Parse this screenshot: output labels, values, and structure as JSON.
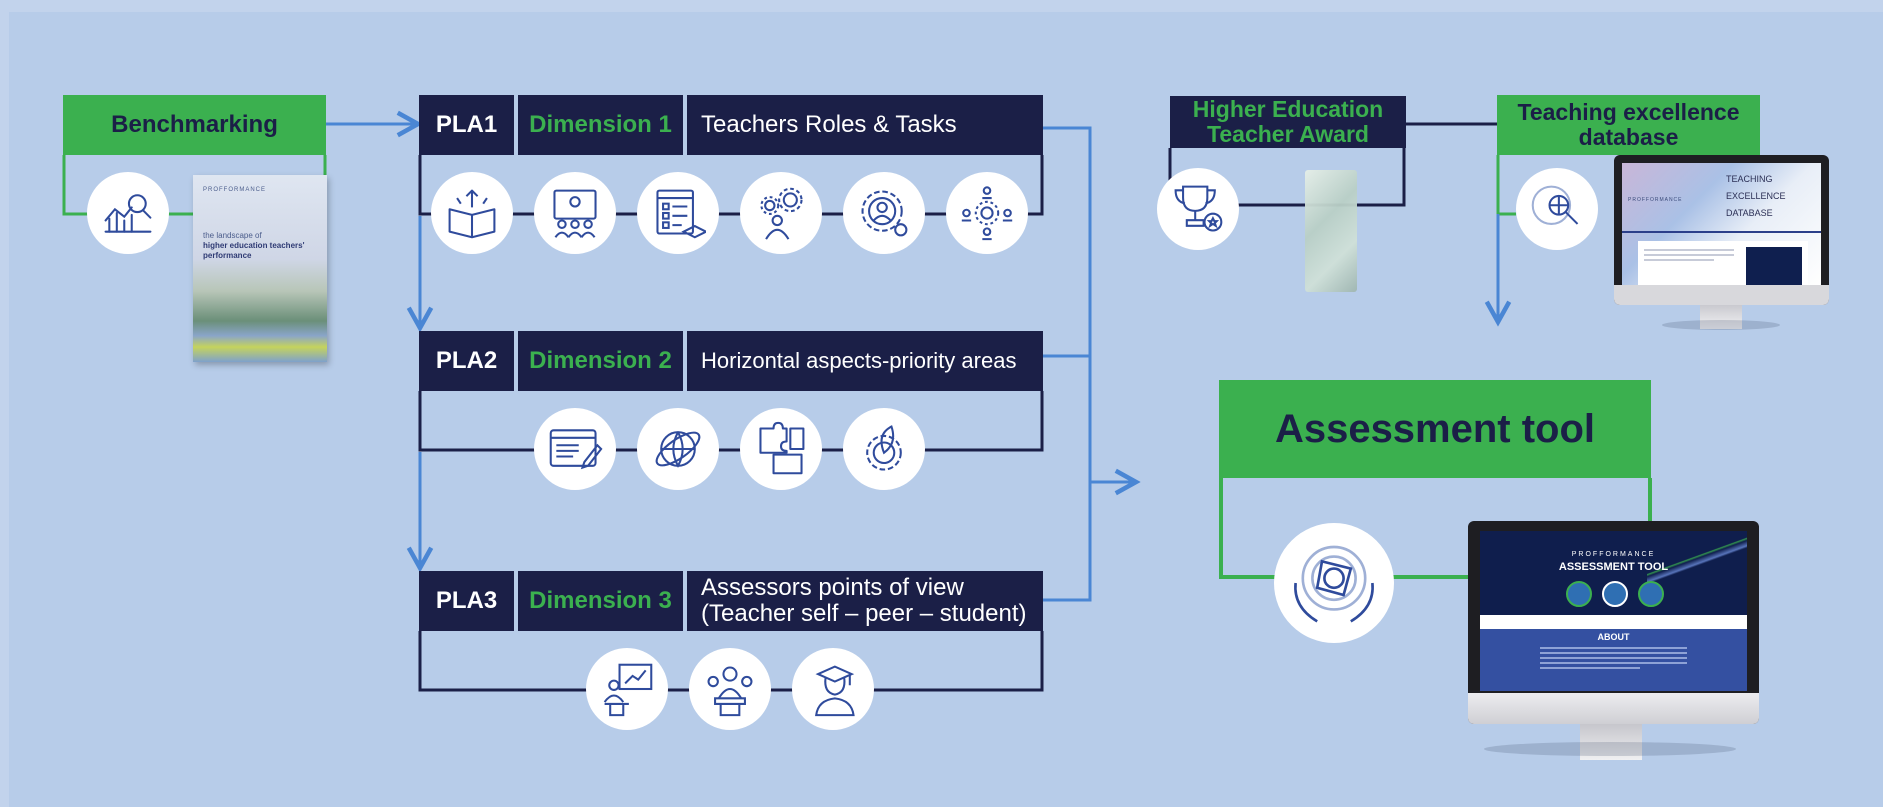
{
  "benchmarking": {
    "label": "Benchmarking",
    "icons": [
      "chart-magnifier-icon"
    ],
    "report": {
      "brand": "PROFFORMANCE",
      "line1": "the landscape of",
      "line2": "higher education teachers'",
      "line3": "performance"
    }
  },
  "plas": [
    {
      "pla": "PLA1",
      "dimension": "Dimension 1",
      "description": "Teachers Roles & Tasks",
      "icons": [
        "open-book-icon",
        "teacher-class-icon",
        "checklist-icon",
        "gears-person-icon",
        "gear-person-icon",
        "network-people-icon"
      ]
    },
    {
      "pla": "PLA2",
      "dimension": "Dimension 2",
      "description": "Horizontal aspects-priority areas",
      "icons": [
        "web-browser-icon",
        "globe-orbit-icon",
        "puzzle-icon",
        "gear-leaf-icon"
      ]
    },
    {
      "pla": "PLA3",
      "dimension": "Dimension 3",
      "description_lines": [
        "Assessors points of view",
        "(Teacher self – peer – student)"
      ],
      "icons": [
        "presenter-icon",
        "speaker-podium-icon",
        "graduate-icon"
      ]
    }
  ],
  "award": {
    "title_lines": [
      "Higher Education",
      "Teacher Award"
    ],
    "icons": [
      "trophy-icon",
      "glass-award-icon"
    ]
  },
  "database": {
    "title_lines": [
      "Teaching excellence",
      "database"
    ],
    "icons": [
      "globe-search-icon"
    ],
    "monitor": {
      "brand": "PROFFORMANCE",
      "lines": [
        "TEACHING",
        "EXCELLENCE",
        "DATABASE"
      ]
    }
  },
  "assessment": {
    "title": "Assessment tool",
    "icons": [
      "hands-target-icon"
    ],
    "monitor": {
      "brand": "PROFFORMANCE",
      "title": "ASSESSMENT TOOL",
      "about": "ABOUT"
    }
  },
  "colors": {
    "background": "#b7cce9",
    "navy": "#1b1f47",
    "green": "#3bb04f",
    "arrow_blue": "#4a86d4",
    "icon_blue": "#2f4b9c"
  }
}
